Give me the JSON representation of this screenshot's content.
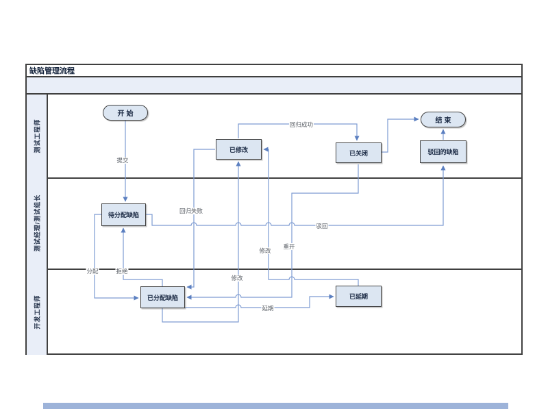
{
  "diagram": {
    "title": "缺陷管理流程",
    "lanes": [
      {
        "label": "测试工程师"
      },
      {
        "label": "测试经理/测试组长"
      },
      {
        "label": "开发工程师"
      }
    ],
    "nodes": {
      "start": {
        "label": "开始",
        "type": "terminator"
      },
      "end": {
        "label": "结束",
        "type": "terminator"
      },
      "modified": {
        "label": "已修改",
        "type": "process"
      },
      "closed": {
        "label": "已关闭",
        "type": "process"
      },
      "rejected_defect": {
        "label": "驳回的缺陷",
        "type": "process"
      },
      "to_assign": {
        "label": "待分配缺陷",
        "type": "process"
      },
      "assigned": {
        "label": "已分配缺陷",
        "type": "process"
      },
      "postponed": {
        "label": "已延期",
        "type": "process"
      }
    },
    "edges": {
      "submit": {
        "label": "提交",
        "from": "开始",
        "to": "待分配缺陷"
      },
      "regression_success": {
        "label": "回归成功",
        "from": "已修改",
        "to": "已关闭"
      },
      "closed_to_end": {
        "label": "",
        "from": "已关闭",
        "to": "结束"
      },
      "rejected_to_end": {
        "label": "",
        "from": "驳回的缺陷",
        "to": "结束"
      },
      "regression_fail": {
        "label": "回归失败",
        "from": "已修改",
        "to": "已分配缺陷"
      },
      "modify_assigned": {
        "label": "修改",
        "from": "已分配缺陷",
        "to": "已修改"
      },
      "modify_postponed": {
        "label": "修改",
        "from": "已延期",
        "to": "已修改"
      },
      "reopen": {
        "label": "重开",
        "from": "已关闭",
        "to": "已分配缺陷"
      },
      "assign": {
        "label": "分配",
        "from": "待分配缺陷",
        "to": "已分配缺陷"
      },
      "refuse": {
        "label": "拒绝",
        "from": "已分配缺陷",
        "to": "待分配缺陷"
      },
      "reject": {
        "label": "驳回",
        "from": "待分配缺陷",
        "to": "驳回的缺陷"
      },
      "postpone": {
        "label": "延期",
        "from": "已分配缺陷",
        "to": "已延期"
      }
    },
    "colors": {
      "node_fill": "#dce6f2",
      "band_fill": "#e9eef8",
      "frame_border": "#3f3f3f",
      "line": "#7d9bd2",
      "arrow": "#5b7fc0",
      "bottom_bar": "#9db3d9"
    }
  }
}
